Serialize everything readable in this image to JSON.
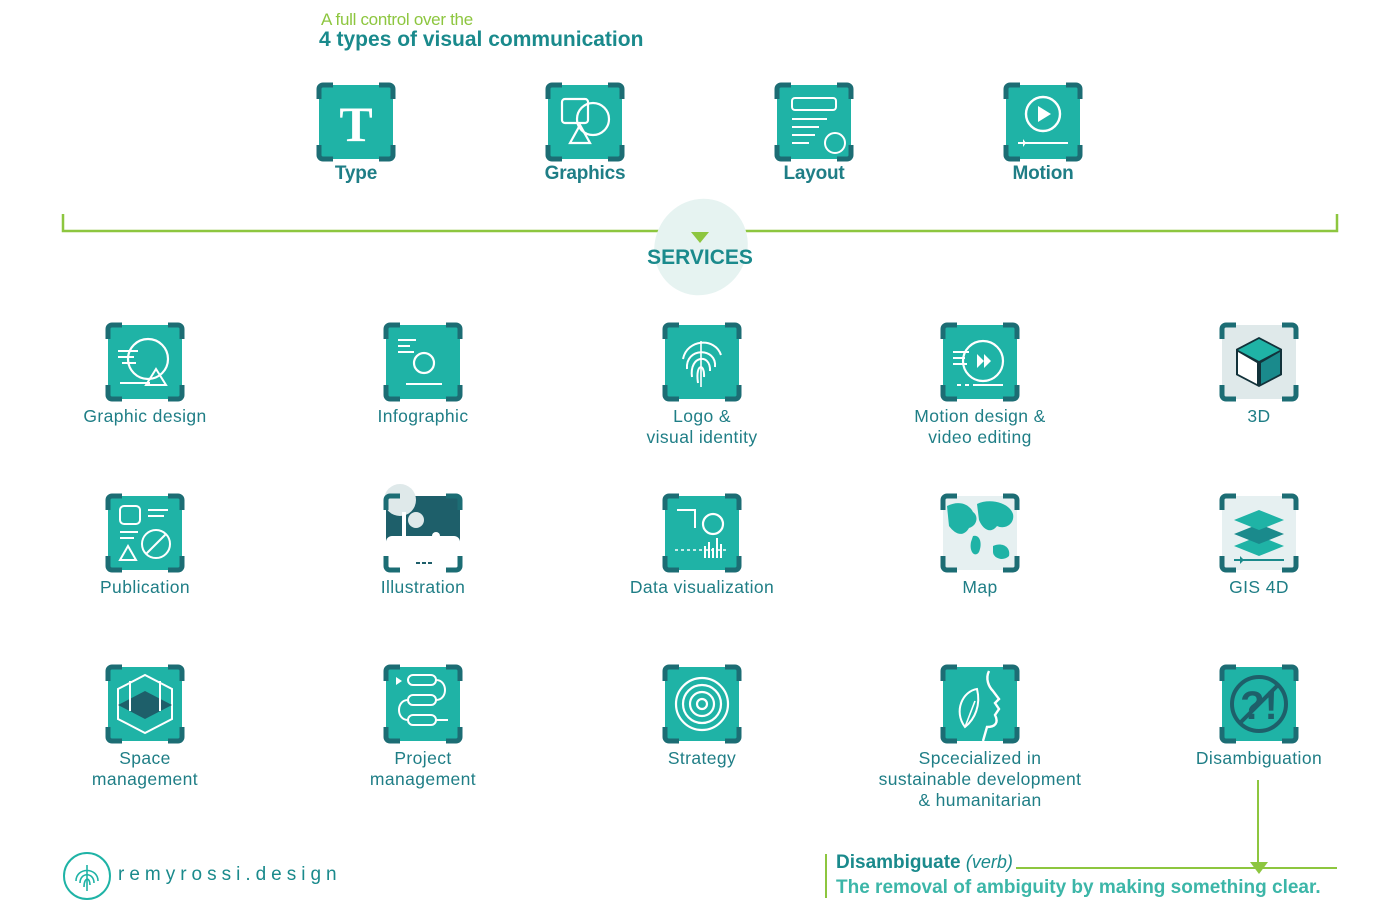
{
  "header": {
    "small": "A full control over the",
    "main": "4 types of visual communication"
  },
  "types": [
    {
      "label": "Type",
      "icon": "type-icon"
    },
    {
      "label": "Graphics",
      "icon": "graphics-icon"
    },
    {
      "label": "Layout",
      "icon": "layout-icon"
    },
    {
      "label": "Motion",
      "icon": "motion-icon"
    }
  ],
  "services_title": "SERVICES",
  "services": [
    {
      "line1": "Graphic design",
      "line2": "",
      "line3": "",
      "icon": "graphic-design-icon"
    },
    {
      "line1": "Infographic",
      "line2": "",
      "line3": "",
      "icon": "infographic-icon"
    },
    {
      "line1": "Logo &",
      "line2": "visual identity",
      "line3": "",
      "icon": "fingerprint-icon"
    },
    {
      "line1": "Motion design &",
      "line2": "video editing",
      "line3": "",
      "icon": "fast-forward-icon"
    },
    {
      "line1": "3D",
      "line2": "",
      "line3": "",
      "icon": "cube-icon"
    },
    {
      "line1": "Publication",
      "line2": "",
      "line3": "",
      "icon": "publication-icon"
    },
    {
      "line1": "Illustration",
      "line2": "",
      "line3": "",
      "icon": "illustration-icon"
    },
    {
      "line1": "Data visualization",
      "line2": "",
      "line3": "",
      "icon": "data-visualization-icon"
    },
    {
      "line1": "Map",
      "line2": "",
      "line3": "",
      "icon": "world-map-icon"
    },
    {
      "line1": "GIS 4D",
      "line2": "",
      "line3": "",
      "icon": "layers-icon"
    },
    {
      "line1": "Space",
      "line2": "management",
      "line3": "",
      "icon": "space-icon"
    },
    {
      "line1": "Project",
      "line2": "management",
      "line3": "",
      "icon": "flowchart-icon"
    },
    {
      "line1": "Strategy",
      "line2": "",
      "line3": "",
      "icon": "target-icon"
    },
    {
      "line1": "Spcecialized in",
      "line2": "sustainable development",
      "line3": "& humanitarian",
      "icon": "leaf-face-icon"
    },
    {
      "line1": "Disambiguation",
      "line2": "",
      "line3": "",
      "icon": "no-question-icon"
    }
  ],
  "brand": "remyrossi.design",
  "definition": {
    "term": "Disambiguate",
    "pos": "(verb)",
    "text": "The removal of ambiguity by making something clear."
  },
  "colors": {
    "teal": "#1fb3a6",
    "dark_teal": "#1f7e86",
    "green": "#8dc63f",
    "corner": "#1c6d74",
    "gray_tile": "#dfe9ea"
  }
}
